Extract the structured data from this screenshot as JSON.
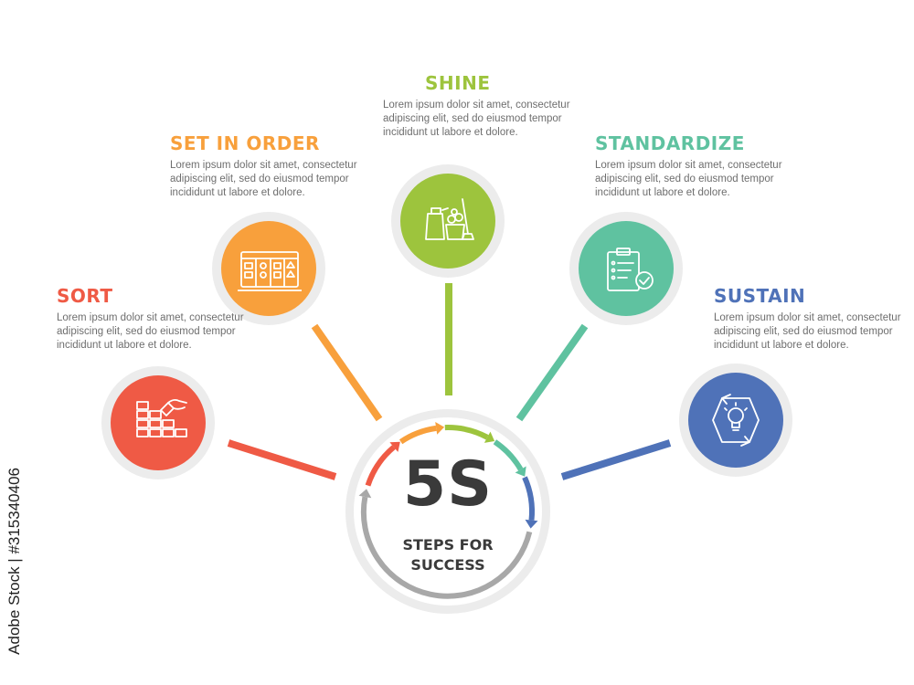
{
  "center": {
    "title": "5S",
    "subtitle_line1": "STEPS FOR",
    "subtitle_line2": "SUCCESS"
  },
  "steps": [
    {
      "title": "SORT",
      "color": "#ef5a45",
      "icon": "blocks-hand-icon",
      "desc": "Lorem ipsum dolor sit amet, consectetur adipiscing elit, sed do eiusmod tempor incididunt ut labore et dolore."
    },
    {
      "title": "SET IN ORDER",
      "color": "#f8a03c",
      "icon": "organizer-board-icon",
      "desc": "Lorem ipsum dolor sit amet, consectetur adipiscing elit, sed do eiusmod tempor incididunt ut labore et dolore."
    },
    {
      "title": "SHINE",
      "color": "#9dc43d",
      "icon": "cleaning-supplies-icon",
      "desc": "Lorem ipsum dolor sit amet, consectetur adipiscing elit, sed do eiusmod tempor incididunt ut labore et dolore."
    },
    {
      "title": "STANDARDIZE",
      "color": "#5fc2a0",
      "icon": "checklist-clipboard-icon",
      "desc": "Lorem ipsum dolor sit amet, consectetur adipiscing elit, sed do eiusmod tempor incididunt ut labore et dolore."
    },
    {
      "title": "SUSTAIN",
      "color": "#4f72b8",
      "icon": "lightbulb-cycle-icon",
      "desc": "Lorem ipsum dolor sit amet, consectetur adipiscing elit, sed do eiusmod tempor incididunt ut labore et dolore."
    }
  ],
  "colors": {
    "halo": "#ececec",
    "center_text": "#3a3a3a",
    "arrow_gray": "#a8a8a8"
  },
  "watermark": "Adobe Stock | #315340406"
}
